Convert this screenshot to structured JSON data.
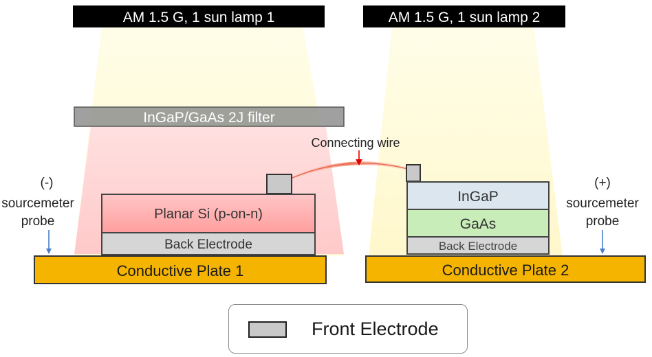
{
  "lamps": [
    {
      "label": "AM 1.5 G, 1 sun lamp 1"
    },
    {
      "label": "AM 1.5 G, 1 sun lamp 2"
    }
  ],
  "filter": {
    "label": "InGaP/GaAs  2J filter"
  },
  "wire": {
    "label": "Connecting wire"
  },
  "probes": {
    "negative": {
      "sign": "(-)",
      "line1": "sourcemeter",
      "line2": "probe"
    },
    "positive": {
      "sign": "(+)",
      "line1": "sourcemeter",
      "line2": "probe"
    }
  },
  "cell1": {
    "layer": "Planar Si (p-on-n)",
    "back": "Back Electrode",
    "plate": "Conductive Plate 1"
  },
  "cell2": {
    "top": "InGaP",
    "middle": "GaAs",
    "back": "Back Electrode",
    "plate": "Conductive Plate 2"
  },
  "legend": {
    "label": "Front Electrode"
  },
  "colors": {
    "lamp_bar": "#000000",
    "beam_yellow": "#fffbd8",
    "beam_red": "#ffd6d6",
    "si_layer": "#ffb3b3",
    "back_electrode": "#d6d6d6",
    "front_electrode": "#c9c9c9",
    "ingap": "#dce6ee",
    "gaas": "#c8edb8",
    "plate": "#f5b400",
    "wire": "#e86a50",
    "arrow_red": "#e00000",
    "arrow_blue": "#4a7ec8"
  }
}
